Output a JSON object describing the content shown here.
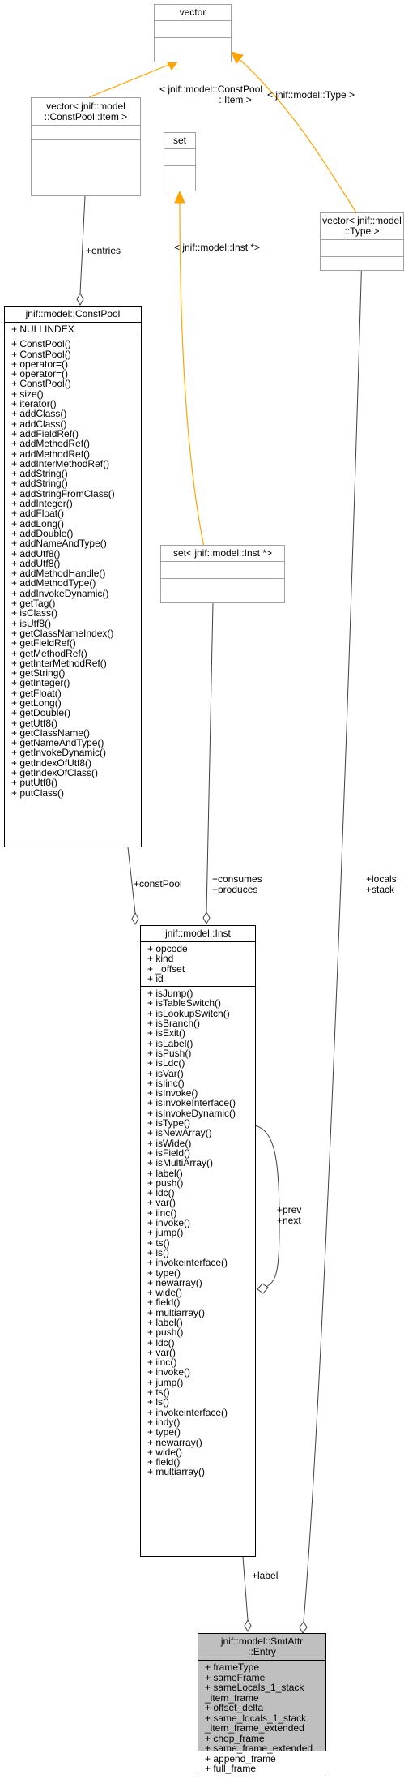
{
  "classes": {
    "vector": {
      "title": [
        "vector"
      ]
    },
    "constpool_item_vector": {
      "title": [
        "vector< jnif::model",
        "::ConstPool::Item >"
      ]
    },
    "set": {
      "title": [
        "set"
      ]
    },
    "type_vector": {
      "title": [
        "vector< jnif::model",
        "::Type >"
      ]
    },
    "constpool": {
      "title": [
        "jnif::model::ConstPool"
      ],
      "attributes": [
        "+ NULLINDEX"
      ],
      "methods": [
        "+ ConstPool()",
        "+ ConstPool()",
        "+ operator=()",
        "+ operator=()",
        "+ ConstPool()",
        "+ size()",
        "+ iterator()",
        "+ addClass()",
        "+ addClass()",
        "+ addFieldRef()",
        "+ addMethodRef()",
        "+ addMethodRef()",
        "+ addInterMethodRef()",
        "+ addString()",
        "+ addString()",
        "+ addStringFromClass()",
        "+ addInteger()",
        "+ addFloat()",
        "+ addLong()",
        "+ addDouble()",
        "+ addNameAndType()",
        "+ addUtf8()",
        "+ addUtf8()",
        "+ addMethodHandle()",
        "+ addMethodType()",
        "+ addInvokeDynamic()",
        "+ getTag()",
        "+ isClass()",
        "+ isUtf8()",
        "+ getClassNameIndex()",
        "+ getFieldRef()",
        "+ getMethodRef()",
        "+ getInterMethodRef()",
        "+ getString()",
        "+ getInteger()",
        "+ getFloat()",
        "+ getLong()",
        "+ getDouble()",
        "+ getUtf8()",
        "+ getClassName()",
        "+ getNameAndType()",
        "+ getInvokeDynamic()",
        "+ getIndexOfUtf8()",
        "+ getIndexOfClass()",
        "+ putUtf8()",
        "+ putClass()"
      ]
    },
    "inst_set": {
      "title": [
        "set< jnif::model::Inst *>"
      ]
    },
    "inst": {
      "title": [
        "jnif::model::Inst"
      ],
      "attributes": [
        "+ opcode",
        "+ kind",
        "+ _offset",
        "+ id"
      ],
      "methods": [
        "+ isJump()",
        "+ isTableSwitch()",
        "+ isLookupSwitch()",
        "+ isBranch()",
        "+ isExit()",
        "+ isLabel()",
        "+ isPush()",
        "+ isLdc()",
        "+ isVar()",
        "+ isIinc()",
        "+ isInvoke()",
        "+ isInvokeInterface()",
        "+ isInvokeDynamic()",
        "+ isType()",
        "+ isNewArray()",
        "+ isWide()",
        "+ isField()",
        "+ isMultiArray()",
        "+ label()",
        "+ push()",
        "+ ldc()",
        "+ var()",
        "+ iinc()",
        "+ invoke()",
        "+ jump()",
        "+ ts()",
        "+ ls()",
        "+ invokeinterface()",
        "+ type()",
        "+ newarray()",
        "+ wide()",
        "+ field()",
        "+ multiarray()",
        "+ label()",
        "+ push()",
        "+ ldc()",
        "+ var()",
        "+ iinc()",
        "+ invoke()",
        "+ jump()",
        "+ ts()",
        "+ ls()",
        "+ invokeinterface()",
        "+ indy()",
        "+ type()",
        "+ newarray()",
        "+ wide()",
        "+ field()",
        "+ multiarray()"
      ]
    },
    "smtattr_entry": {
      "title": [
        "jnif::model::SmtAttr",
        "::Entry"
      ],
      "attributes": [
        "+ frameType",
        "+ sameFrame",
        "+ sameLocals_1_stack",
        "_item_frame",
        "+ offset_delta",
        "+ same_locals_1_stack",
        "_item_frame_extended",
        "+ chop_frame",
        "+ same_frame_extended",
        "+ append_frame",
        "+ full_frame"
      ]
    }
  },
  "edge_labels": {
    "constpool_item": [
      "< jnif::model::ConstPool",
      "::Item >"
    ],
    "type": [
      "< jnif::model::Type >"
    ],
    "entries": [
      "+entries"
    ],
    "inst_ptr": [
      "< jnif::model::Inst *>"
    ],
    "constpool_ref": [
      "+constPool"
    ],
    "consumes_produces": [
      "+consumes",
      "+produces"
    ],
    "locals_stack": [
      "+locals",
      "+stack"
    ],
    "prev_next": [
      "+prev",
      "+next"
    ],
    "label": [
      "+label"
    ]
  },
  "colors": {
    "template_edge": "#ffa500",
    "assoc_edge": "#404040",
    "grey_border": "#a0a0a0",
    "highlight_fill": "#bfbfbf"
  }
}
